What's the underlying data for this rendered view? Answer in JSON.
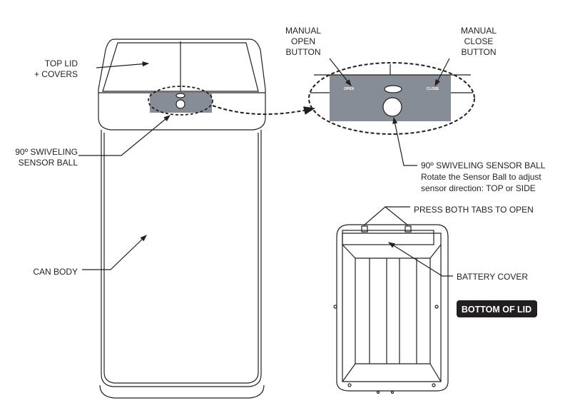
{
  "labels": {
    "top_lid": [
      "TOP LID",
      "+ COVERS"
    ],
    "sensor_ball_left": [
      "90º SWIVELING",
      "SENSOR BALL"
    ],
    "can_body": "CAN BODY",
    "manual_open": [
      "MANUAL",
      "OPEN",
      "BUTTON"
    ],
    "manual_close": [
      "MANUAL",
      "CLOSE",
      "BUTTON"
    ],
    "sensor_ball_right": [
      "90º SWIVELING SENSOR BALL",
      "Rotate the Sensor Ball to adjust",
      "sensor direction: TOP or SIDE"
    ],
    "press_tabs": "PRESS BOTH TABS TO OPEN",
    "battery_cover": "BATTERY COVER",
    "bottom_of_lid": "BOTTOM OF LID",
    "panel_open": "OPEN",
    "panel_close": "CLOSE"
  },
  "colors": {
    "panel": "#878d96",
    "ink": "#231f20",
    "badge": "#231f20"
  }
}
